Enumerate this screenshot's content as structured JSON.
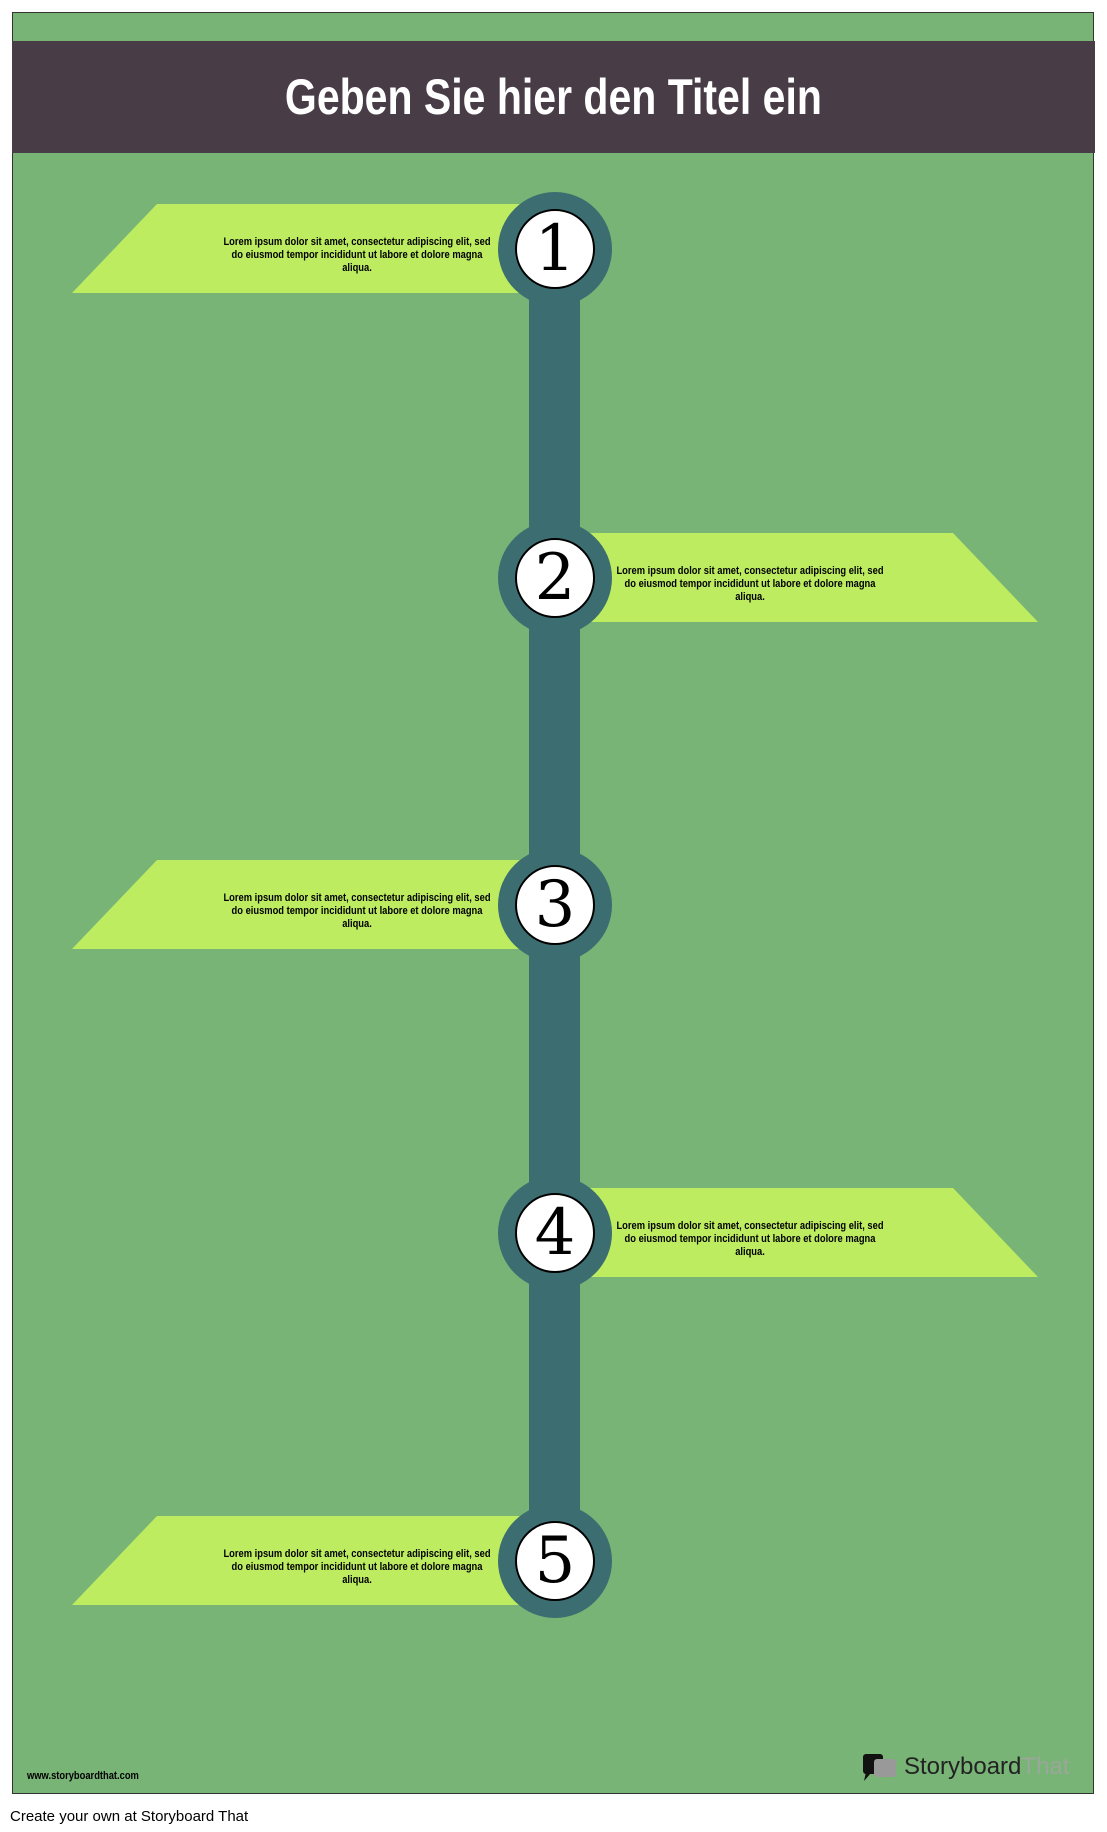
{
  "title": "Geben Sie hier den Titel ein",
  "steps": [
    {
      "number": "1",
      "side": "left",
      "text": "Lorem ipsum dolor sit amet, consectetur adipiscing elit, sed do eiusmod tempor incididunt ut labore et dolore magna aliqua."
    },
    {
      "number": "2",
      "side": "right",
      "text": "Lorem ipsum dolor sit amet, consectetur adipiscing elit, sed do eiusmod tempor incididunt ut labore et dolore magna aliqua."
    },
    {
      "number": "3",
      "side": "left",
      "text": "Lorem ipsum dolor sit amet, consectetur adipiscing elit, sed do eiusmod tempor incididunt ut labore et dolore magna aliqua."
    },
    {
      "number": "4",
      "side": "right",
      "text": "Lorem ipsum dolor sit amet, consectetur adipiscing elit, sed do eiusmod tempor incididunt ut labore et dolore magna aliqua."
    },
    {
      "number": "5",
      "side": "left",
      "text": "Lorem ipsum dolor sit amet, consectetur adipiscing elit, sed do eiusmod tempor incididunt ut labore et dolore magna aliqua."
    }
  ],
  "footer": {
    "url": "www.storyboardthat.com",
    "logo_story": "Storyboard",
    "logo_that": "That",
    "cta": "Create your own at Storyboard That"
  },
  "colors": {
    "background": "#78b476",
    "header": "#483c46",
    "spine": "#3c6e71",
    "banner": "#bdec61"
  }
}
